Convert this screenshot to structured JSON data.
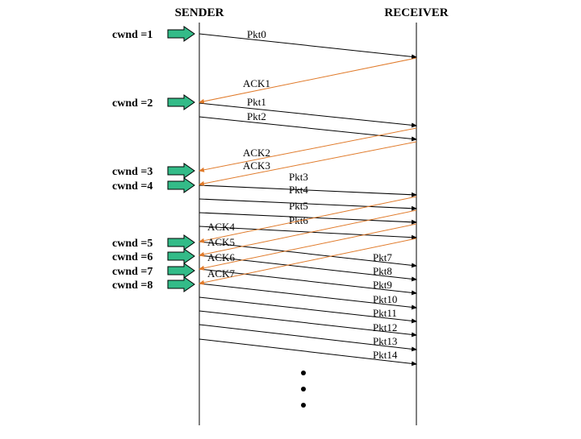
{
  "sender_label": "SENDER",
  "receiver_label": "RECEIVER",
  "cwnd_labels": [
    "cwnd =1",
    "cwnd =2",
    "cwnd =3",
    "cwnd =4",
    "cwnd =5",
    "cwnd =6",
    "cwnd =7",
    "cwnd =8"
  ],
  "packet_labels": [
    "Pkt0",
    "Pkt1",
    "Pkt2",
    "Pkt3",
    "Pkt4",
    "Pkt5",
    "Pkt6",
    "Pkt7",
    "Pkt8",
    "Pkt9",
    "Pkt10",
    "Pkt11",
    "Pkt12",
    "Pkt13",
    "Pkt14"
  ],
  "ack_labels": [
    "ACK1",
    "ACK2",
    "ACK3",
    "ACK4",
    "ACK5",
    "ACK6",
    "ACK7"
  ],
  "colors": {
    "packet_line": "#000000",
    "ack_line": "#e07a2a",
    "cwnd_arrow_fill": "#33bb88",
    "cwnd_arrow_stroke": "#000000",
    "timeline": "#000000"
  },
  "icons": {
    "cwnd_marker": "right-arrow-icon",
    "continuation": "vertical-ellipsis-dots"
  }
}
